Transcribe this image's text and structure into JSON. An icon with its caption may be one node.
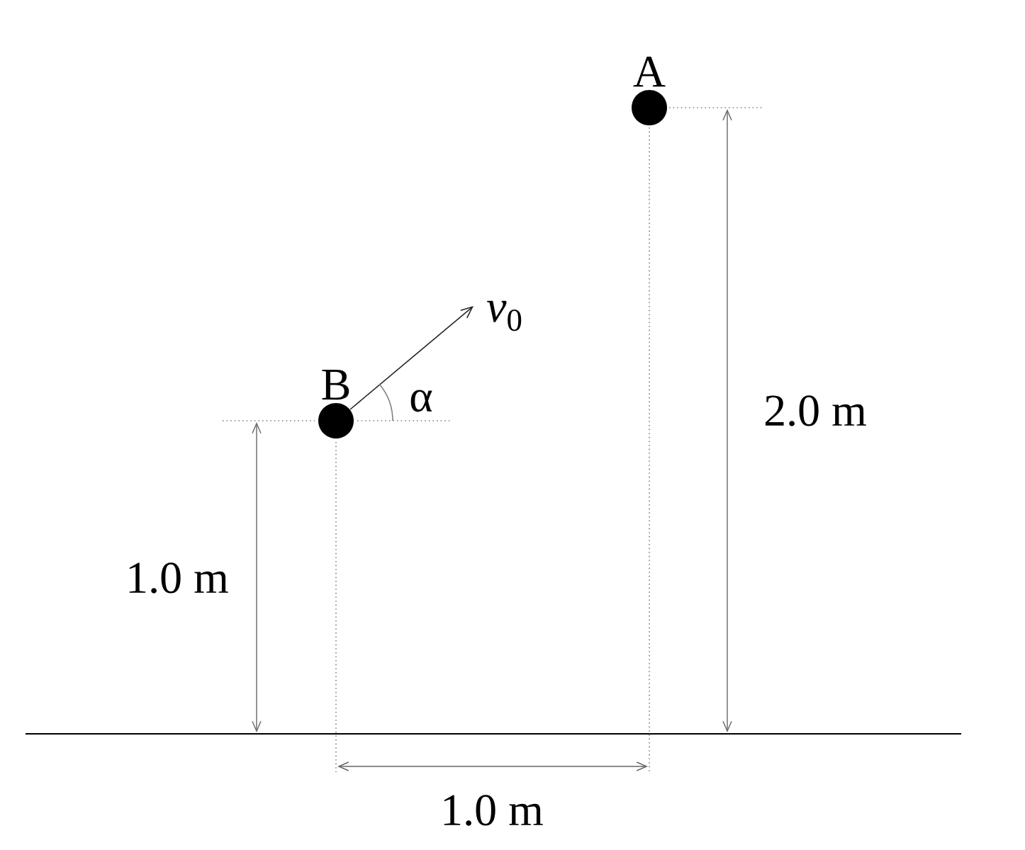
{
  "diagram": {
    "nodes": [
      {
        "text": [
          "A"
        ]
      },
      {
        "text": [
          "B"
        ]
      }
    ],
    "labels": [
      "*v*$_{0}$",
      "α",
      "2.0 m",
      "1.0 m",
      "1.0 m"
    ]
  }
}
